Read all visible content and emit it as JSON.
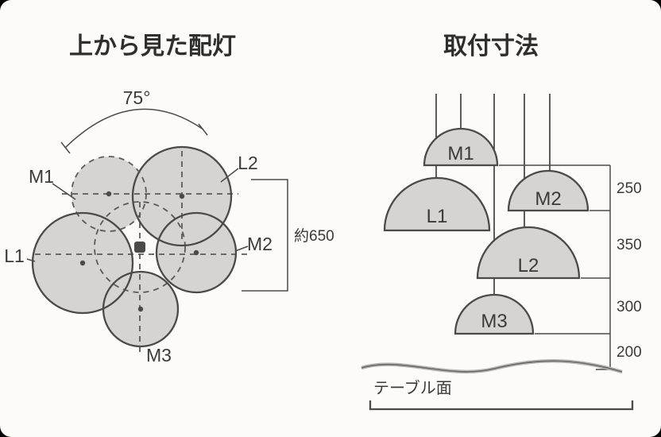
{
  "page": {
    "background": "#fcfbf8",
    "shape_fill": "#d6d4d0",
    "line_color": "#4a4a48"
  },
  "left_diagram": {
    "title": "上から見た配灯",
    "angle_label": "75°",
    "dim_label": "約650",
    "labels": {
      "m1": "M1",
      "l2": "L2",
      "l1": "L1",
      "m2": "M2",
      "m3": "M3"
    }
  },
  "right_diagram": {
    "title": "取付寸法",
    "labels": {
      "m1": "M1",
      "l1": "L1",
      "m2": "M2",
      "l2": "L2",
      "m3": "M3"
    },
    "dims": [
      "250",
      "350",
      "300",
      "200"
    ],
    "table_label": "テーブル面"
  }
}
